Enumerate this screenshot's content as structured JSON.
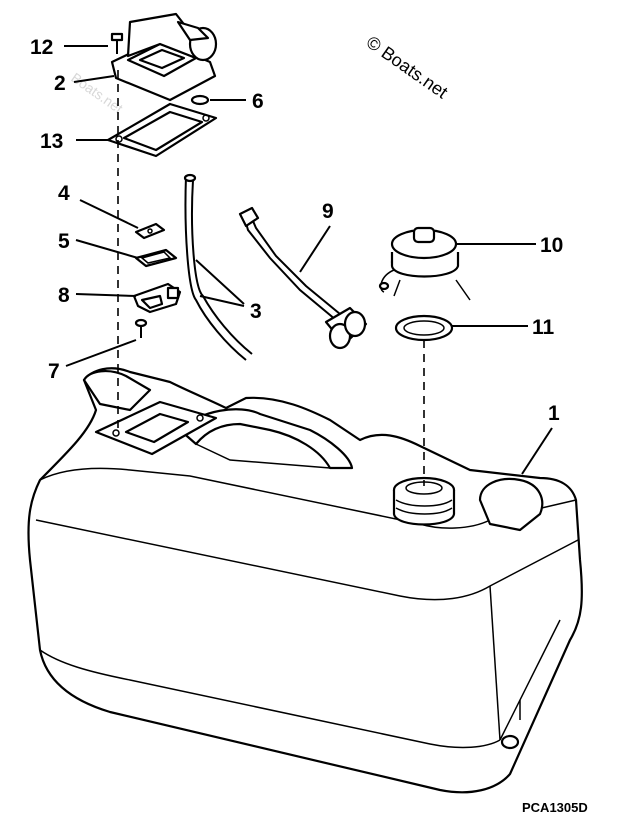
{
  "diagram": {
    "watermark": "© Boats.net",
    "code": "PCA1305D",
    "callouts": [
      "12",
      "2",
      "6",
      "13",
      "4",
      "5",
      "8",
      "3",
      "9",
      "10",
      "11",
      "7",
      "1"
    ]
  }
}
